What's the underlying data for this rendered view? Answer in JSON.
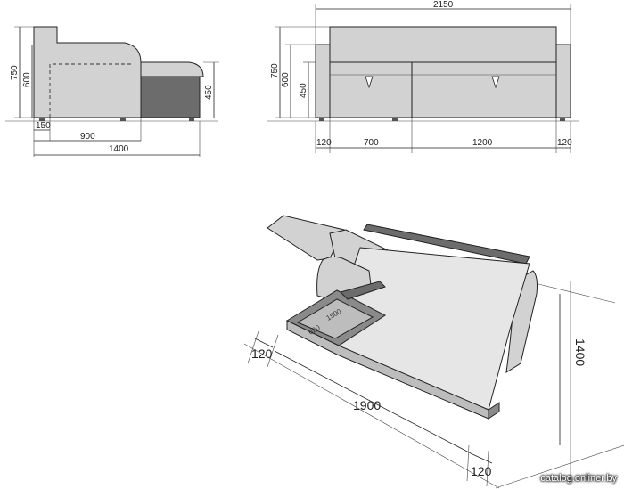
{
  "colors": {
    "upholstery": "#d2d2d2",
    "upholstery_dark": "#6c6c6c",
    "line": "#222222",
    "background": "#ffffff"
  },
  "side_view": {
    "height_total": "750",
    "height_back": "600",
    "height_seat": "450",
    "width_armrest": "150",
    "width_seat": "900",
    "width_total": "1400"
  },
  "front_view": {
    "width_total": "2150",
    "height_total": "750",
    "height_back": "600",
    "height_seat": "450",
    "width_arm_left": "120",
    "width_section_left": "700",
    "width_section_right": "1200",
    "width_arm_right": "120"
  },
  "iso_view": {
    "arm_width_front": "120",
    "sleep_length": "1900",
    "arm_width_back": "120",
    "sleep_width": "1400",
    "storage_a": "1500",
    "storage_b": "620"
  },
  "watermark": "catalog.onliner.by"
}
